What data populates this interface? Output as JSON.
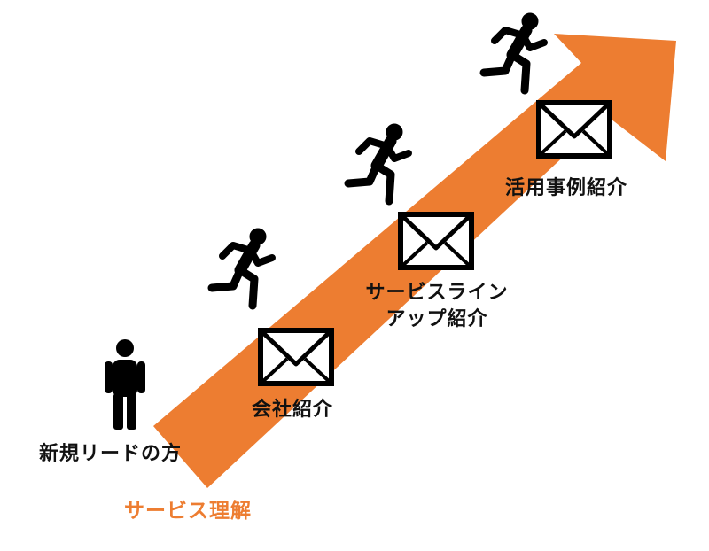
{
  "colors": {
    "arrow": "#ED7D31",
    "figure": "#000000",
    "accent_text": "#ED7D31"
  },
  "steps": [
    {
      "label": "新規リードの方",
      "icon": "standing-person-icon"
    },
    {
      "label": "会社紹介",
      "icon": "envelope-icon",
      "runner_icon": "running-person-icon"
    },
    {
      "label_line1": "サービスライン",
      "label_line2": "アップ紹介",
      "icon": "envelope-icon",
      "runner_icon": "running-person-icon"
    },
    {
      "label": "活用事例紹介",
      "icon": "envelope-icon",
      "runner_icon": "running-person-icon"
    }
  ],
  "bottom_label": "サービス理解"
}
